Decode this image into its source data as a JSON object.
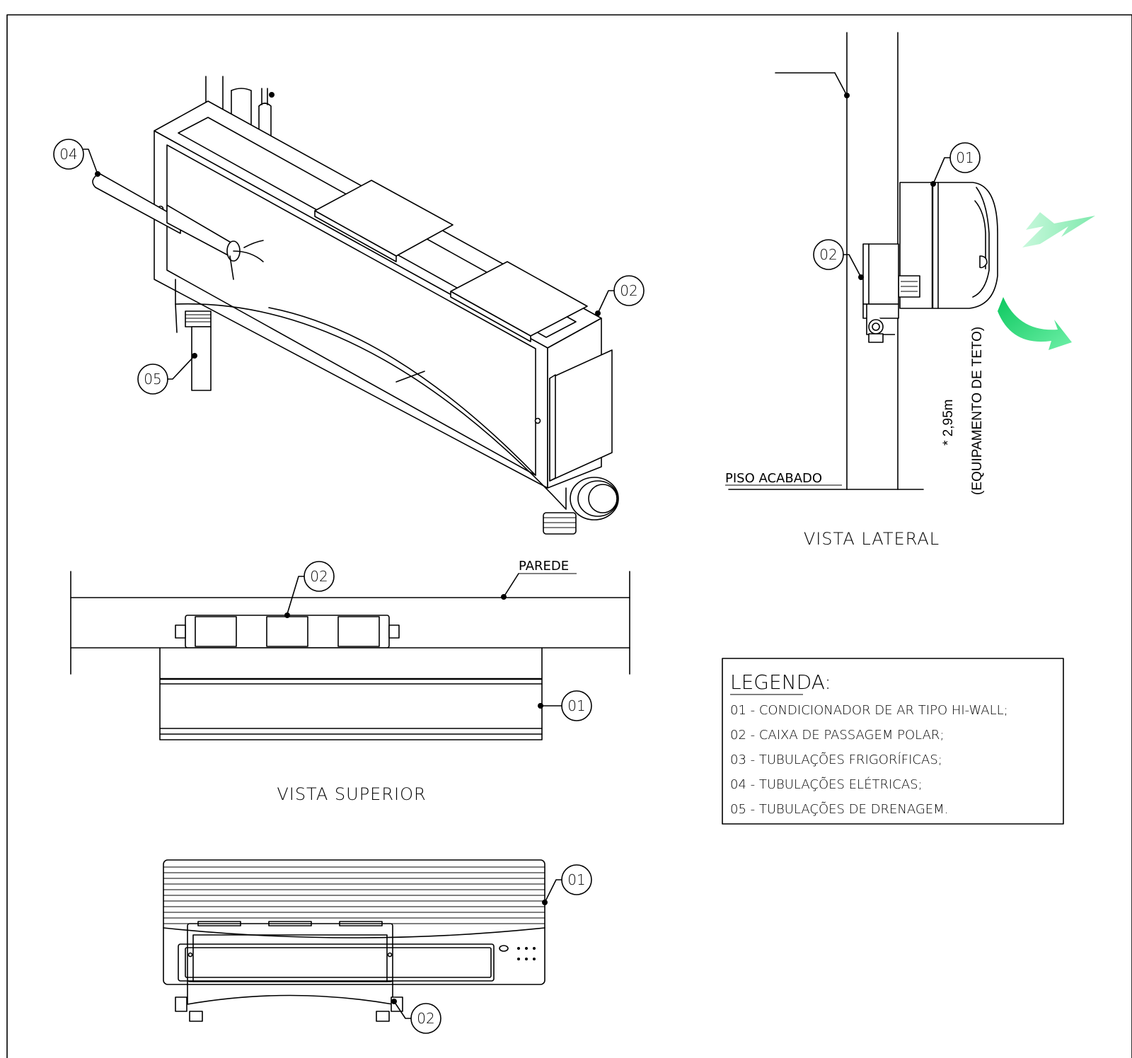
{
  "tags": {
    "t01": "01",
    "t02": "02",
    "t04": "04",
    "t05": "05"
  },
  "views": {
    "lateral": {
      "title": "VISTA  LATERAL",
      "floor_label": "PISO ACABADO",
      "height_label": "* 2,95m",
      "height_note": "(EQUIPAMENTO DE TETO)"
    },
    "superior": {
      "title": "VISTA  SUPERIOR",
      "wall_label": "PAREDE"
    }
  },
  "legend": {
    "title": "LEGENDA:",
    "items": [
      "01  - CONDICIONADOR DE AR TIPO HI-WALL;",
      "02 - CAIXA DE PASSAGEM POLAR;",
      "03 - TUBULAÇÕES FRIGORÍFICAS;",
      "04 - TUBULAÇÕES ELÉTRICAS;",
      "05 - TUBULAÇÕES DE DRENAGEM."
    ]
  },
  "colors": {
    "airflow_arrow_in": "#9ef2c2",
    "airflow_arrow_out": "#1fd56f",
    "line": "#000000"
  }
}
